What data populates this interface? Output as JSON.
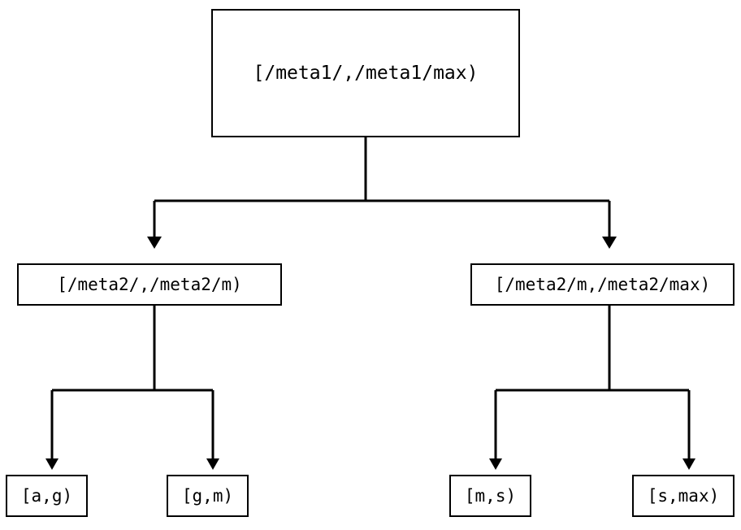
{
  "diagram": {
    "type": "tree",
    "orientation": "top-down",
    "background_color": "#ffffff",
    "stroke_color": "#000000",
    "text_color": "#000000",
    "nodes": {
      "root": {
        "label": "[/meta1/,/meta1/max)",
        "level": 0
      },
      "mid_left": {
        "label": "[/meta2/,/meta2/m)",
        "level": 1
      },
      "mid_right": {
        "label": "[/meta2/m,/meta2/max)",
        "level": 1
      },
      "leaves": [
        {
          "label": "[a,g)",
          "level": 2
        },
        {
          "label": "[g,m)",
          "level": 2
        },
        {
          "label": "[m,s)",
          "level": 2
        },
        {
          "label": "[s,max)",
          "level": 2
        }
      ]
    },
    "edges": [
      {
        "from": "root",
        "to": "mid_left",
        "arrow": "down"
      },
      {
        "from": "root",
        "to": "mid_right",
        "arrow": "down"
      },
      {
        "from": "mid_left",
        "to": "[a,g)",
        "arrow": "down"
      },
      {
        "from": "mid_left",
        "to": "[g,m)",
        "arrow": "down"
      },
      {
        "from": "mid_right",
        "to": "[m,s)",
        "arrow": "down"
      },
      {
        "from": "mid_right",
        "to": "[s,max)",
        "arrow": "down"
      }
    ]
  }
}
